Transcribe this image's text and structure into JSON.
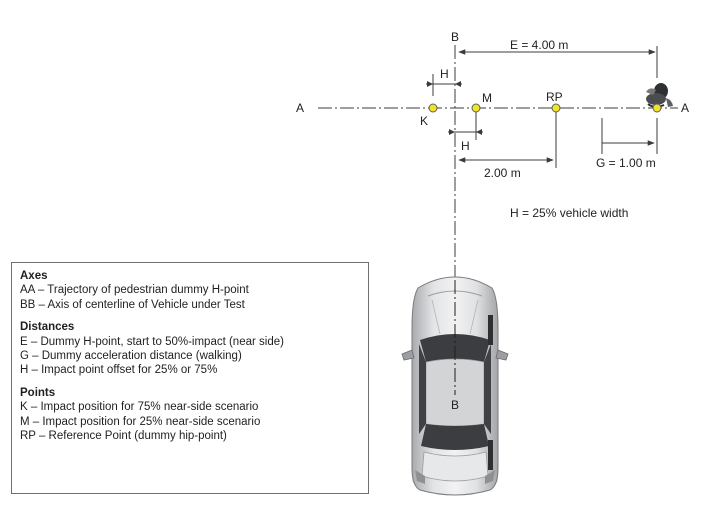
{
  "labels": {
    "a_left": "A",
    "a_right": "A",
    "b_top": "B",
    "b_car": "B",
    "e_dim": "E = 4.00 m",
    "h_top": "H",
    "h_bottom": "H",
    "k": "K",
    "m": "M",
    "rp": "RP",
    "g_dim": "G = 1.00 m",
    "two_m": "2.00 m",
    "h_note": "H = 25% vehicle width"
  },
  "legend": {
    "axes": {
      "title": "Axes",
      "lines": [
        "AA – Trajectory of pedestrian dummy H-point",
        "BB – Axis of centerline of Vehicle under Test"
      ]
    },
    "distances": {
      "title": "Distances",
      "lines": [
        "E – Dummy H-point, start to 50%-impact (near side)",
        "G – Dummy acceleration distance (walking)",
        "H – Impact point offset for 25% or 75%"
      ]
    },
    "points": {
      "title": "Points",
      "lines": [
        "K – Impact position for 75% near-side scenario",
        "M – Impact position for 25% near-side scenario",
        "RP – Reference Point (dummy hip-point)"
      ]
    }
  },
  "colors": {
    "point_fill": "#f1e22a",
    "point_stroke": "#5f5f5f",
    "line": "#3c3c3c",
    "car_body": "#c9cacc",
    "car_glass": "#3b3d40"
  },
  "icons": {
    "pedestrian": "pedestrian-dummy-icon",
    "vehicle": "vehicle-top-view-icon"
  }
}
